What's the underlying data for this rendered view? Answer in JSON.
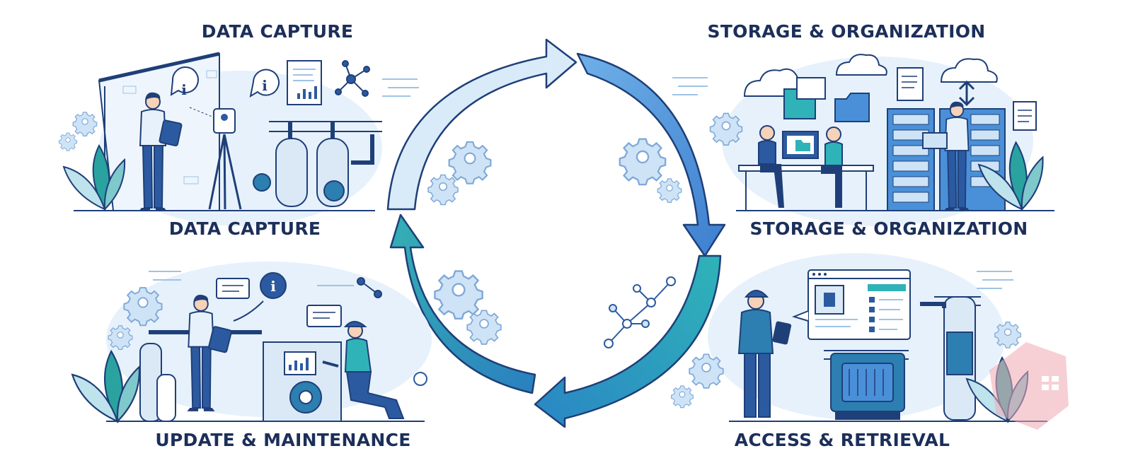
{
  "labels": {
    "capture_top": "DATA CAPTURE",
    "capture_bottom": "DATA CAPTURE",
    "storage_top": "STORAGE & ORGANIZATION",
    "storage_bottom": "STORAGE & ORGANIZATION",
    "update": "UPDATE & MAINTENANCE",
    "access": "ACCESS & RETRIEVAL"
  },
  "icons": {
    "info_glyph": "i"
  },
  "colors": {
    "navy": "#1c2f5a",
    "outline": "#1f3f78",
    "light_blue": "#d6e8f8",
    "pale_blue": "#e6f1fb",
    "mid_blue": "#4a90d9",
    "teal": "#2fb3b8",
    "gear": "#9fc3e6",
    "leaf": "#2aa3a0"
  }
}
